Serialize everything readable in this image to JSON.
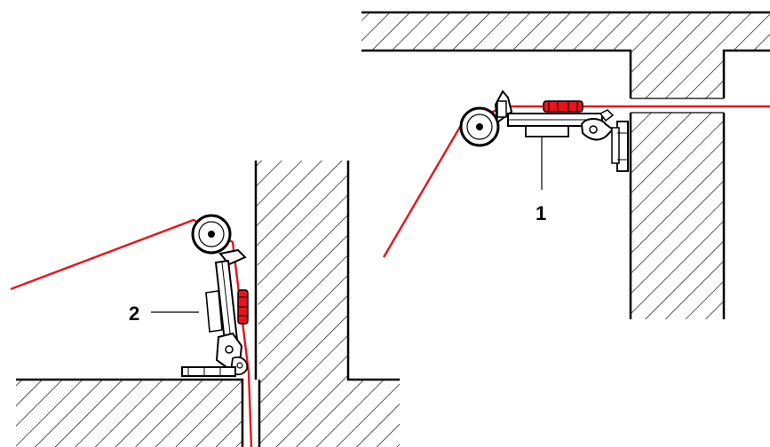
{
  "callouts": [
    {
      "id": "1",
      "text": "1"
    },
    {
      "id": "2",
      "text": "2"
    }
  ],
  "colors": {
    "wire": "#e8141b",
    "line": "#000000",
    "hatch": "#000000",
    "background": "#ffffff"
  }
}
